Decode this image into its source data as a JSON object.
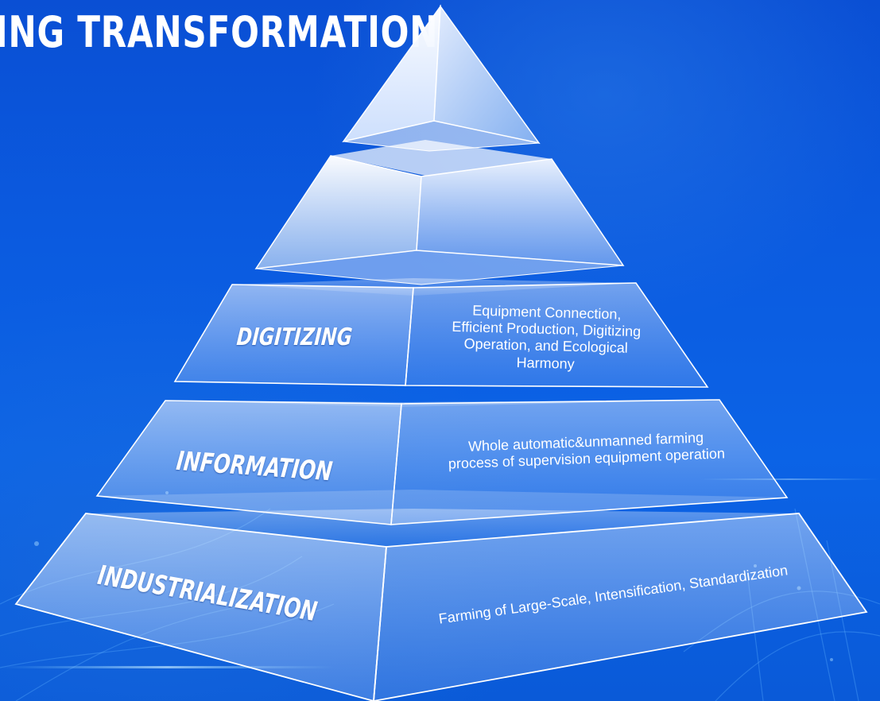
{
  "title": "ING TRANSFORMATION",
  "levels": [
    {
      "name": "DIGITIZING",
      "description": [
        "Equipment Connection,",
        "Efficient Production, Digitizing",
        "Operation, and Ecological",
        "Harmony"
      ]
    },
    {
      "name": "INFORMATION",
      "description": [
        "Whole automatic&unmanned farming",
        "process of  supervision equipment operation"
      ]
    },
    {
      "name": "INDUSTRIALIZATION",
      "description": [
        "Farming of Large-Scale, Intensification, Standardization"
      ]
    }
  ],
  "colors": {
    "background": "#0b5be0",
    "text": "#ffffff",
    "glass_light": "#ffffff",
    "glass_tint": "#cfe0ff"
  }
}
